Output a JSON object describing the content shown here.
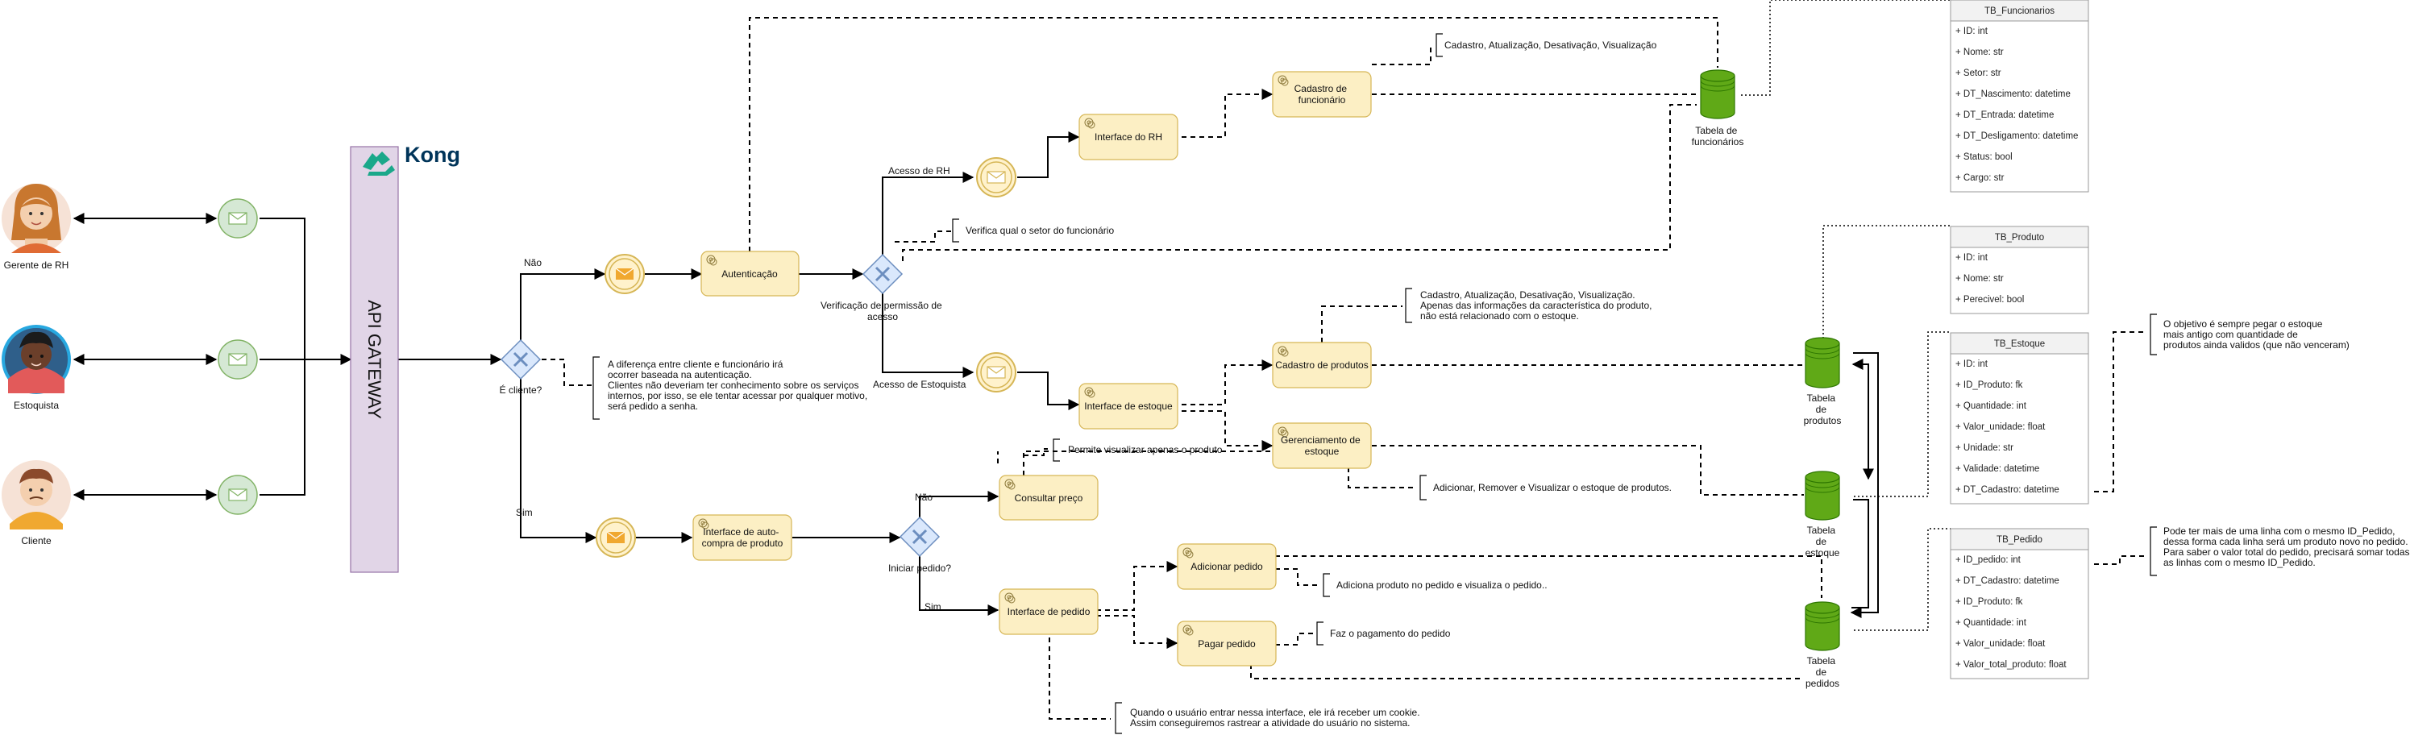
{
  "actors": [
    {
      "label": "Gerente de RH"
    },
    {
      "label": "Estoquista"
    },
    {
      "label": "Cliente"
    }
  ],
  "api_gateway": {
    "label": "API GATEWAY",
    "logo_text": "Kong"
  },
  "gateways": {
    "e_cliente": "É cliente?",
    "nao": "Não",
    "sim": "Sim",
    "verificacao": "Verificação de permissão de acesso",
    "acesso_rh": "Acesso de RH",
    "acesso_estoquista": "Acesso de Estoquista",
    "iniciar_pedido": "Iniciar pedido?",
    "ip_nao": "Não",
    "ip_sim": "Sim"
  },
  "tasks": {
    "autenticacao": "Autenticação",
    "interface_rh": "Interface do RH",
    "cadastro_funcionario": [
      "Cadastro de",
      "funcionário"
    ],
    "interface_estoque": "Interface de estoque",
    "cadastro_produtos": "Cadastro de produtos",
    "gerenciamento_estoque": [
      "Gerenciamento de",
      "estoque"
    ],
    "interface_autocompra": [
      "Interface de auto-",
      "compra de produto"
    ],
    "consultar_preco": "Consultar preço",
    "interface_pedido": "Interface de pedido",
    "adicionar_pedido": "Adicionar pedido",
    "pagar_pedido": "Pagar pedido"
  },
  "databases": {
    "funcionarios": [
      "Tabela de",
      "funcionários"
    ],
    "produtos": [
      "Tabela",
      "de",
      "produtos"
    ],
    "estoque": [
      "Tabela",
      "de",
      "estoque"
    ],
    "pedidos": [
      "Tabela",
      "de",
      "pedidos"
    ]
  },
  "annotations": {
    "diferenca": [
      "A diferença entre cliente e funcionário irá",
      "ocorrer baseada na autenticação.",
      "Clientes não deveriam ter conhecimento sobre os serviços",
      "internos, por isso, se ele tentar acessar por qualquer motivo,",
      "será pedido a senha."
    ],
    "cadastro_func": [
      "Cadastro, Atualização, Desativação, Visualização"
    ],
    "verifica_setor": [
      "Verifica qual o setor do funcionário"
    ],
    "cadastro_prod": [
      "Cadastro, Atualização, Desativação, Visualização.",
      "Apenas das informações da característica do produto,",
      "não está relacionado com o estoque."
    ],
    "permite_visualizar": [
      "Permite visualizar apenas o produto"
    ],
    "adicionar_remover": [
      "Adicionar, Remover e Visualizar o estoque de produtos."
    ],
    "adiciona_produto": [
      "Adiciona produto no pedido e visualiza o pedido.."
    ],
    "faz_pagamento": [
      "Faz o pagamento do pedido"
    ],
    "cookie": [
      "Quando o usuário entrar nessa interface, ele irá receber um cookie.",
      "Assim conseguiremos rastrear a atividade do usuário no sistema."
    ],
    "objetivo": [
      "O objetivo é sempre pegar o estoque",
      "mais antigo com quantidade de",
      "produtos ainda validos (que não venceram)"
    ],
    "pode_ter": [
      "Pode ter mais de uma linha com o mesmo ID_Pedido,",
      "dessa forma cada linha será um produto novo no pedido.",
      "Para saber o valor total do pedido, precisará somar todas",
      "as linhas com o mesmo ID_Pedido."
    ]
  },
  "tables": [
    {
      "name": "TB_Funcionarios",
      "fields": [
        "+ ID: int",
        "+ Nome: str",
        "+ Setor: str",
        "+ DT_Nascimento: datetime",
        "+ DT_Entrada: datetime",
        "+ DT_Desligamento: datetime",
        "+ Status: bool",
        "+ Cargo: str"
      ]
    },
    {
      "name": "TB_Produto",
      "fields": [
        "+ ID: int",
        "+ Nome: str",
        "+ Perecivel: bool"
      ]
    },
    {
      "name": "TB_Estoque",
      "fields": [
        "+ ID: int",
        "+ ID_Produto: fk",
        "+ Quantidade: int",
        "+ Valor_unidade: float",
        "+ Unidade: str",
        "+ Validade: datetime",
        "+ DT_Cadastro: datetime"
      ]
    },
    {
      "name": "TB_Pedido",
      "fields": [
        "+ ID_pedido: int",
        "+ DT_Cadastro: datetime",
        "+ ID_Produto: fk",
        "+ Quantidade: int",
        "+ Valor_unidade: float",
        "+ Valor_total_produto: float"
      ]
    }
  ],
  "colors": {
    "task_fill": "#fcefc4",
    "task_stroke": "#d6b656",
    "message_event": "#d5e8d4",
    "db_green": "#60a917",
    "gateway_fill": "#dae8fc",
    "gateway_stroke": "#6c8ebf",
    "api_gateway_fill": "#e1d5e7",
    "kong_color": "#003459"
  }
}
